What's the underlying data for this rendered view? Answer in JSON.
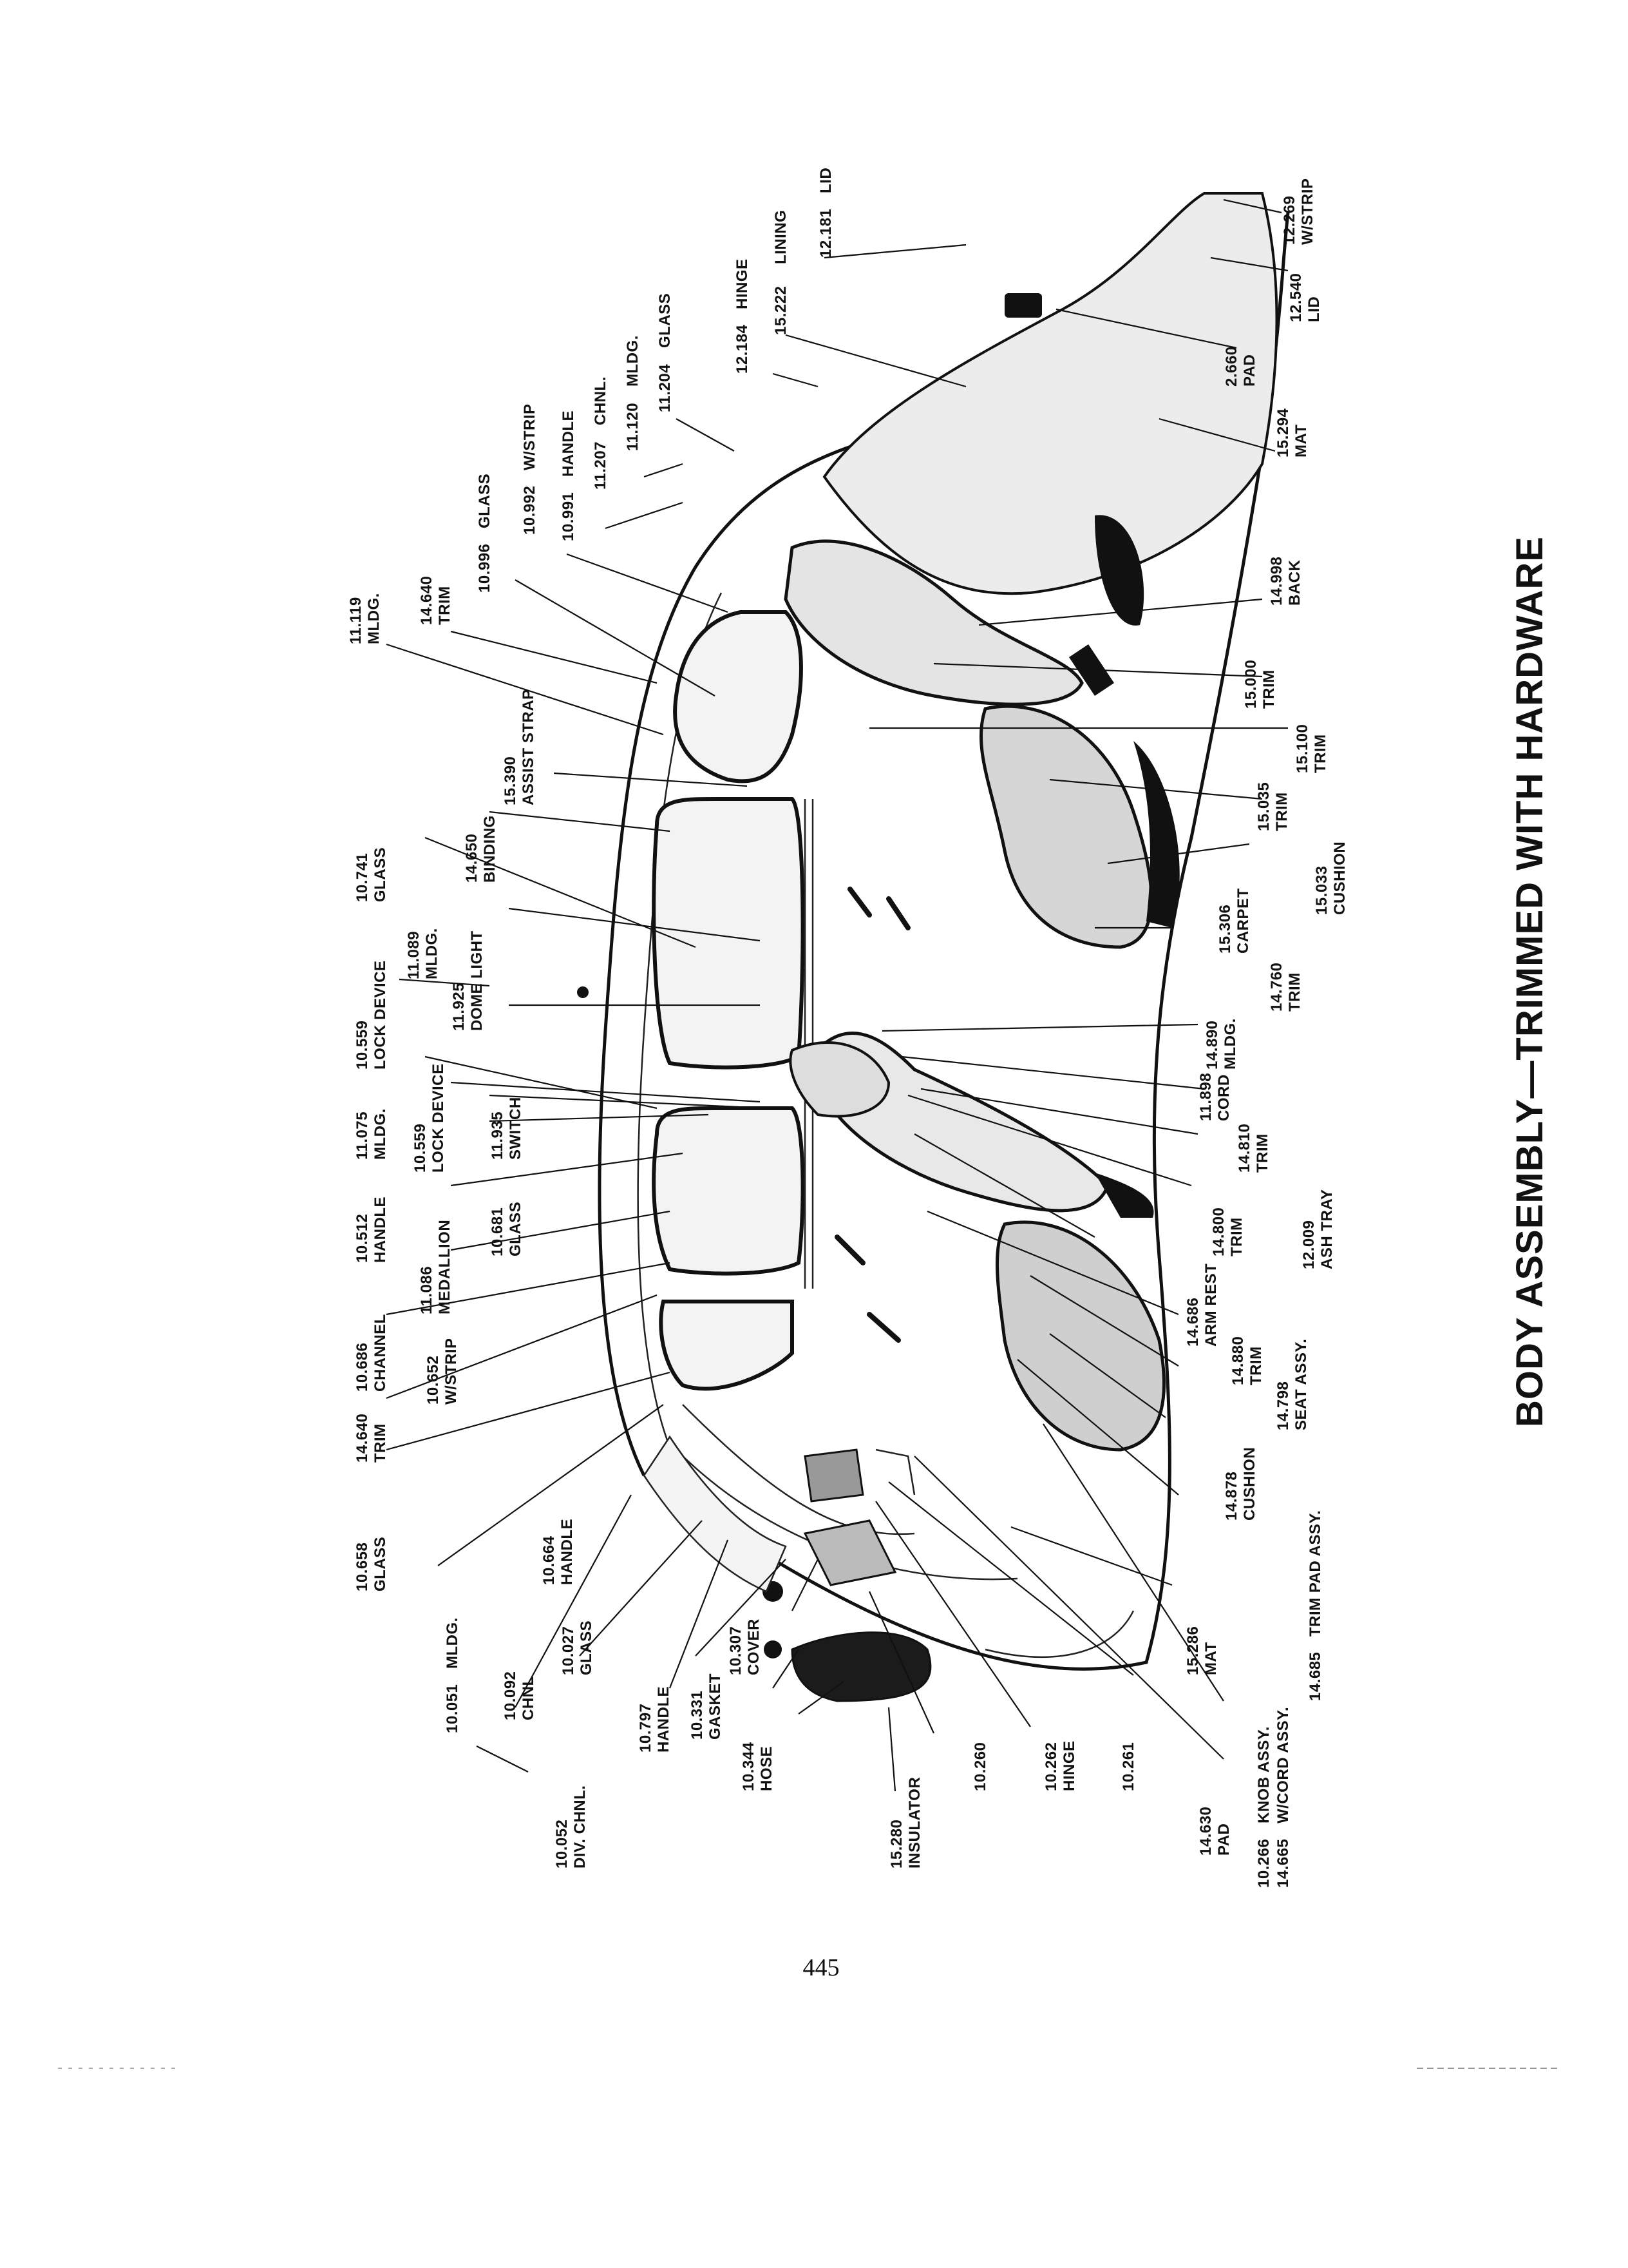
{
  "title": "BODY ASSEMBLY—TRIMMED WITH HARDWARE",
  "page_number": "445",
  "callouts": [
    {
      "num": "10.052",
      "name": "DIV. CHNL."
    },
    {
      "num": "10.051",
      "name": "MLDG."
    },
    {
      "num": "10.092",
      "name": "CHNL"
    },
    {
      "num": "10.027",
      "name": "GLASS"
    },
    {
      "num": "10.797",
      "name": "HANDLE"
    },
    {
      "num": "10.331",
      "name": "GASKET"
    },
    {
      "num": "10.344",
      "name": "HOSE"
    },
    {
      "num": "10.307",
      "name": "COVER"
    },
    {
      "num": "15.280",
      "name": "INSULATOR"
    },
    {
      "num": "10.260",
      "name": ""
    },
    {
      "num": "10.262",
      "name": "HINGE"
    },
    {
      "num": "10.261",
      "name": ""
    },
    {
      "num": "14.630",
      "name": "PAD"
    },
    {
      "num": "10.266",
      "name": "KNOB ASSY."
    },
    {
      "num": "14.665",
      "name": "W/CORD ASSY."
    },
    {
      "num": "15.286",
      "name": "MAT"
    },
    {
      "num": "14.685",
      "name": "TRIM PAD ASSY."
    },
    {
      "num": "14.878",
      "name": "CUSHION"
    },
    {
      "num": "14.798",
      "name": "SEAT ASSY."
    },
    {
      "num": "14.880",
      "name": "TRIM"
    },
    {
      "num": "14.686",
      "name": "ARM REST"
    },
    {
      "num": "14.800",
      "name": "TRIM"
    },
    {
      "num": "12.009",
      "name": "ASH TRAY"
    },
    {
      "num": "14.810",
      "name": "TRIM"
    },
    {
      "num": "11.898",
      "name": "CORD"
    },
    {
      "num": "14.890",
      "name": "MLDG."
    },
    {
      "num": "14.760",
      "name": "TRIM"
    },
    {
      "num": "15.306",
      "name": "CARPET"
    },
    {
      "num": "15.033",
      "name": "CUSHION"
    },
    {
      "num": "15.035",
      "name": "TRIM"
    },
    {
      "num": "15.100",
      "name": "TRIM"
    },
    {
      "num": "15.000",
      "name": "TRIM"
    },
    {
      "num": "14.998",
      "name": "BACK"
    },
    {
      "num": "15.294",
      "name": "MAT"
    },
    {
      "num": "2.660",
      "name": "PAD"
    },
    {
      "num": "12.540",
      "name": "LID"
    },
    {
      "num": "12.269",
      "name": "W/STRIP"
    },
    {
      "num": "10.658",
      "name": "GLASS"
    },
    {
      "num": "10.664",
      "name": "HANDLE"
    },
    {
      "num": "14.640",
      "name": "TRIM"
    },
    {
      "num": "10.652",
      "name": "W/STRIP"
    },
    {
      "num": "10.686",
      "name": "CHANNEL"
    },
    {
      "num": "11.086",
      "name": "MEDALLION"
    },
    {
      "num": "10.681",
      "name": "GLASS"
    },
    {
      "num": "10.512",
      "name": "HANDLE"
    },
    {
      "num": "11.075",
      "name": "MLDG."
    },
    {
      "num": "10.559",
      "name": "LOCK DEVICE"
    },
    {
      "num": "11.935",
      "name": "SWITCH"
    },
    {
      "num": "10.559",
      "name": "LOCK DEVICE"
    },
    {
      "num": "11.925",
      "name": "DOME LIGHT"
    },
    {
      "num": "11.089",
      "name": "MLDG."
    },
    {
      "num": "10.741",
      "name": "GLASS"
    },
    {
      "num": "14.650",
      "name": "BINDING"
    },
    {
      "num": "15.390",
      "name": "ASSIST STRAP"
    },
    {
      "num": "11.119",
      "name": "MLDG."
    },
    {
      "num": "14.640",
      "name": "TRIM"
    },
    {
      "num": "10.996",
      "name": "GLASS"
    },
    {
      "num": "10.992",
      "name": "W/STRIP"
    },
    {
      "num": "10.991",
      "name": "HANDLE"
    },
    {
      "num": "11.207",
      "name": "CHNL."
    },
    {
      "num": "11.120",
      "name": "MLDG."
    },
    {
      "num": "11.204",
      "name": "GLASS"
    },
    {
      "num": "12.184",
      "name": "HINGE"
    },
    {
      "num": "15.222",
      "name": "LINING"
    },
    {
      "num": "12.181",
      "name": "LID"
    }
  ]
}
